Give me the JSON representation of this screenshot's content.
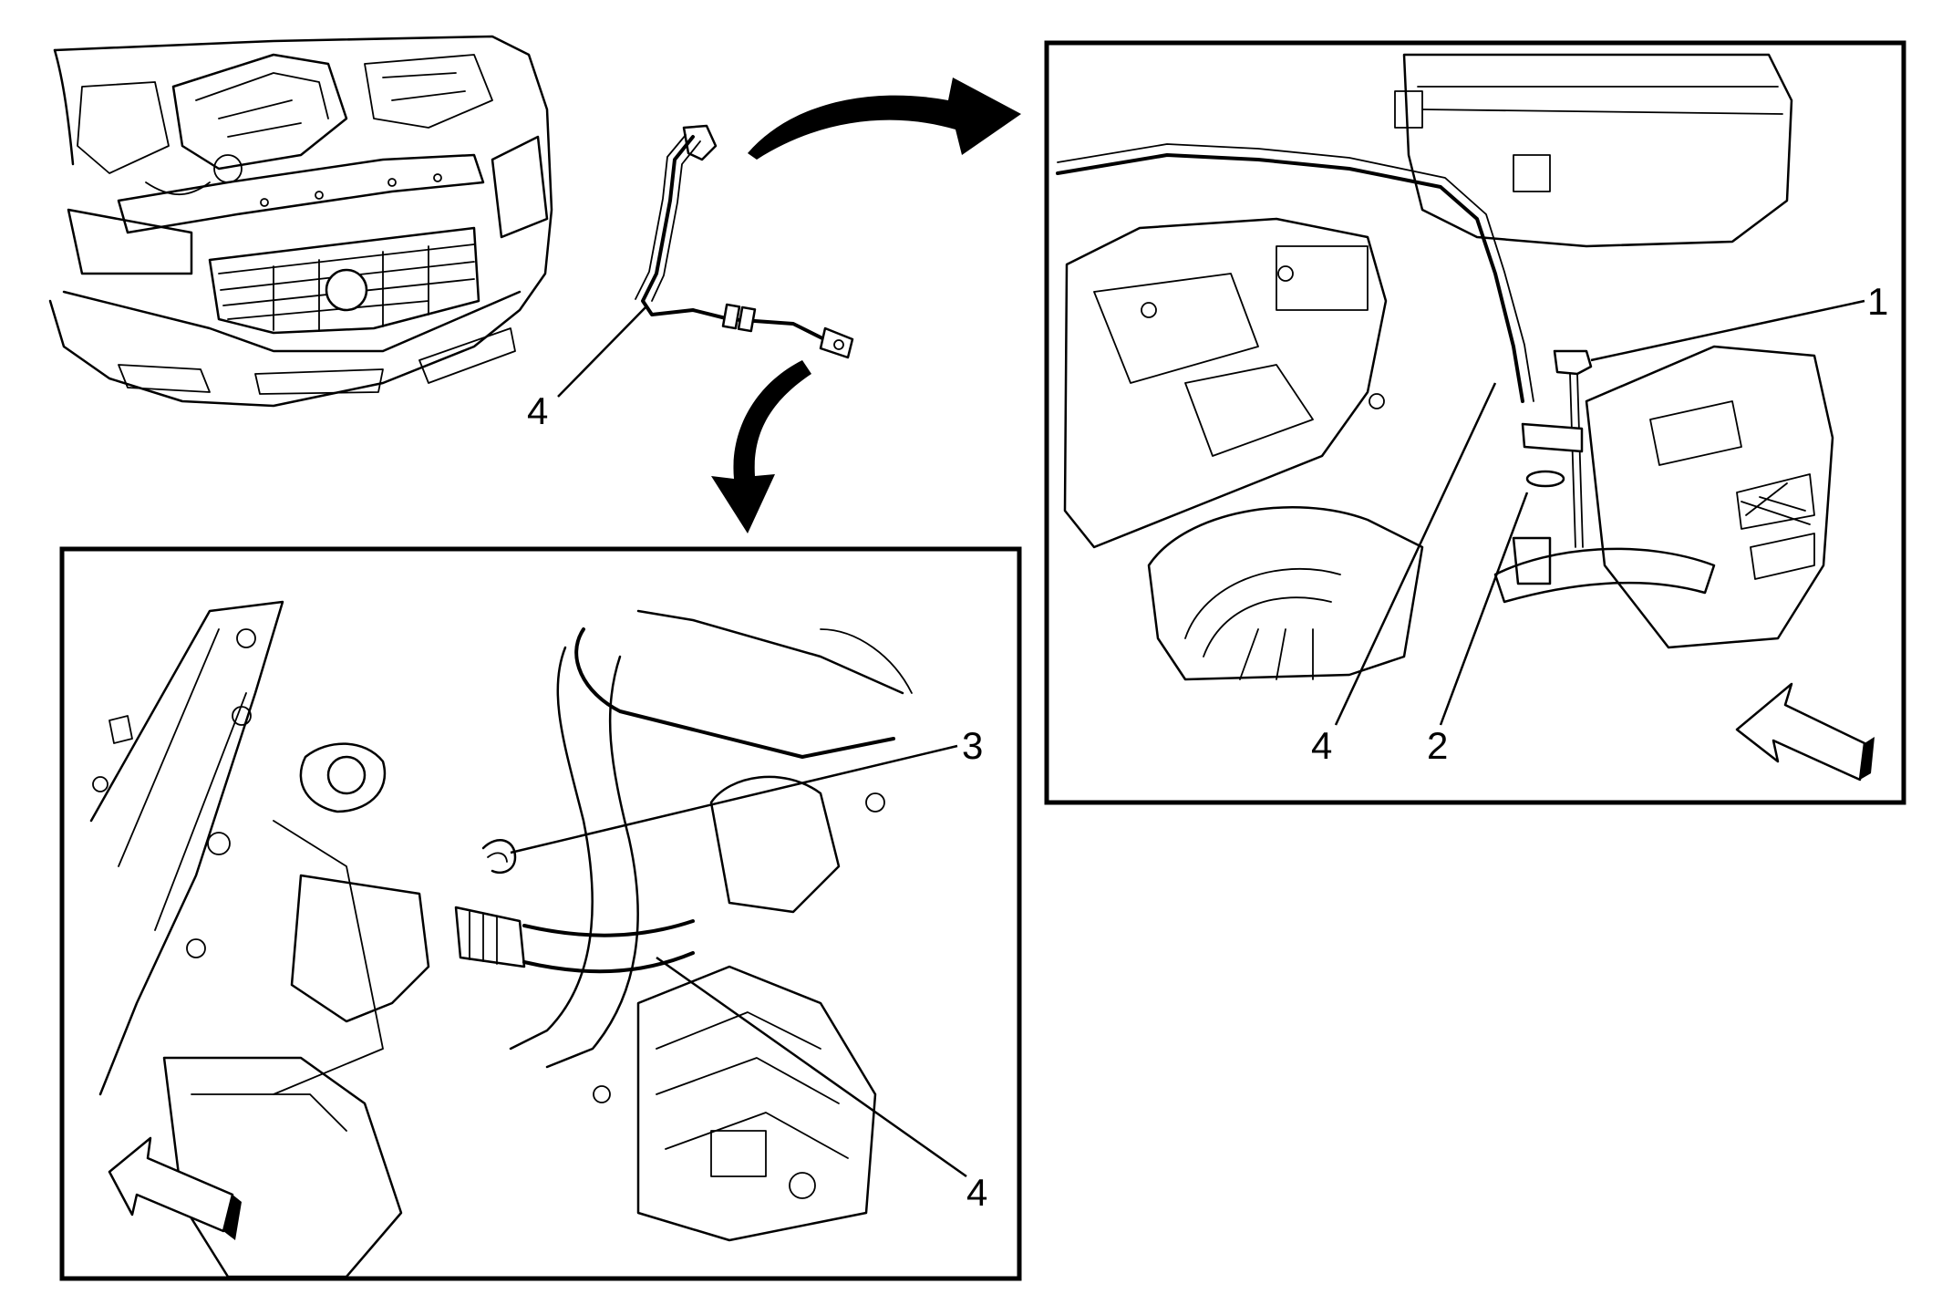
{
  "callouts": {
    "overview_hose": "4",
    "detail_right_bolt": "1",
    "detail_right_bracket": "2",
    "detail_right_hose": "4",
    "detail_left_clip": "3",
    "detail_left_hose": "4"
  },
  "icons": {
    "front_view_arrow_right": "front-arrow-icon",
    "front_view_arrow_left": "front-arrow-icon",
    "flow_arrow_right": "curved-arrow-icon",
    "flow_arrow_down": "curved-arrow-icon"
  },
  "colors": {
    "ink": "#000000",
    "paper": "#ffffff"
  }
}
